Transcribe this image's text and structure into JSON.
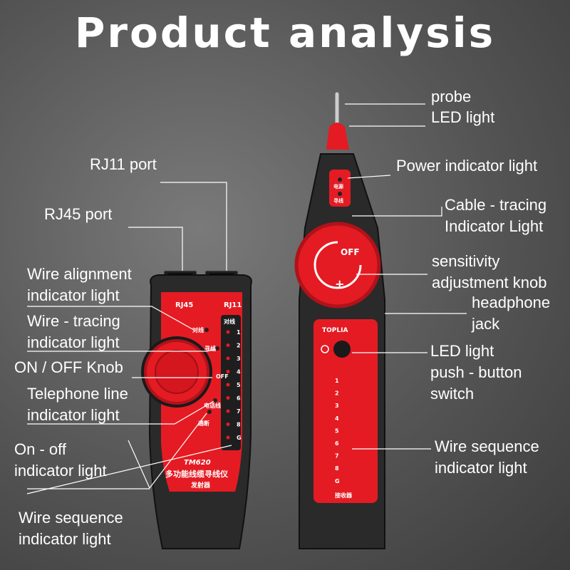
{
  "title": "Product analysis",
  "labels": {
    "rj11_port": "RJ11 port",
    "rj45_port": "RJ45 port",
    "wire_alignment": [
      "Wire alignment",
      "indicator light"
    ],
    "wire_tracing": [
      "Wire - tracing",
      "indicator light"
    ],
    "on_off_knob": "ON / OFF Knob",
    "telephone_line": [
      "Telephone line",
      "indicator light"
    ],
    "on_off_light": [
      "On - off",
      "indicator light"
    ],
    "wire_sequence_left": [
      "Wire sequence",
      "indicator light"
    ],
    "probe": "probe",
    "led_light_top": "LED light",
    "power_indicator": "Power indicator light",
    "cable_tracing": [
      "Cable - tracing",
      "Indicator Light"
    ],
    "sensitivity": [
      "sensitivity",
      "adjustment knob"
    ],
    "headphone": [
      "headphone",
      "jack"
    ],
    "led_push": [
      "LED light",
      "push - button",
      "switch"
    ],
    "wire_sequence_right": [
      "Wire sequence",
      "indicator light"
    ]
  },
  "transmitter": {
    "rj45": "RJ45",
    "rj11": "RJ11",
    "align": "对线",
    "align_panel": "对线",
    "trace": "寻线",
    "off": "OFF",
    "phone": "电话线",
    "power": "通断",
    "model": "TM620",
    "name": "多功能线缆寻线仪",
    "type": "发射器",
    "numbers": [
      "1",
      "2",
      "3",
      "4",
      "5",
      "6",
      "7",
      "8",
      "G"
    ]
  },
  "receiver": {
    "power": "电源",
    "trace": "寻线",
    "off": "OFF",
    "plus": "+",
    "brand": "TOPLIA",
    "numbers": [
      "1",
      "2",
      "3",
      "4",
      "5",
      "6",
      "7",
      "8",
      "G"
    ],
    "type": "接收器"
  },
  "colors": {
    "red": "#e41b23",
    "body": "#2b2b2b",
    "white": "#ffffff"
  }
}
